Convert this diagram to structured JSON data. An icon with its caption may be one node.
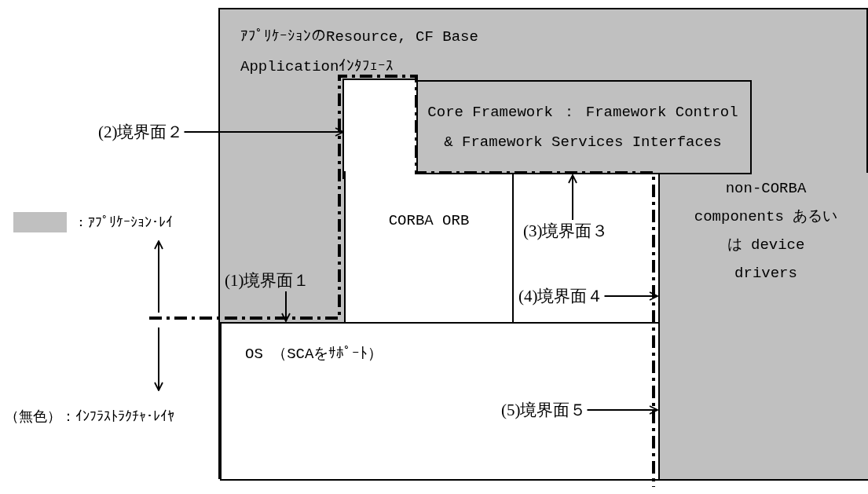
{
  "diagram": {
    "nodes": [
      {
        "text": [
          "ｱﾌﾟﾘｹｰｼｮﾝのResource, CF Base Applicationｲﾝﾀﾌｪｰｽ"
        ]
      },
      {
        "text": [
          "Core Framework ： Framework Control & Framework Services Interfaces"
        ],
        "in": 0
      },
      {
        "text": [
          "CORBA ORB"
        ],
        "in": 0
      },
      {
        "text": [],
        "shape": "box",
        "in": 0
      },
      {
        "text": [
          "non-CORBA components あるいは device drivers"
        ],
        "in": 0
      },
      {
        "text": [
          "OS （SCAをｻﾎﾟｰﾄ）"
        ],
        "in": 0
      },
      {
        "text": [
          "(1)境界面１"
        ],
        "in": 0
      },
      {
        "text": [
          "(2)境界面２"
        ]
      },
      {
        "text": [
          "(3)境界面３"
        ],
        "in": 3
      },
      {
        "text": [
          "(4)境界面４"
        ],
        "in": 3
      },
      {
        "text": [
          "(5)境界面５"
        ],
        "in": 5
      }
    ],
    "edges": [
      {
        "from": 6,
        "to": 5,
        "arrow": "to"
      },
      {
        "from": 7,
        "to": 2,
        "arrow": "to"
      },
      {
        "from": 8,
        "to": 1,
        "arrow": "to"
      },
      {
        "from": 9,
        "to": 4,
        "arrow": "to"
      },
      {
        "from": 10,
        "to": 4,
        "arrow": "to"
      }
    ],
    "labels": [
      "（無色）：ｲﾝﾌﾗｽﾄﾗｸﾁｬ･ﾚｲﾔ"
    ],
    "legend": [
      {
        "text": "：ｱﾌﾟﾘｹｰｼｮﾝ･ﾚｲ",
        "color": "#c0c0c0"
      }
    ]
  }
}
